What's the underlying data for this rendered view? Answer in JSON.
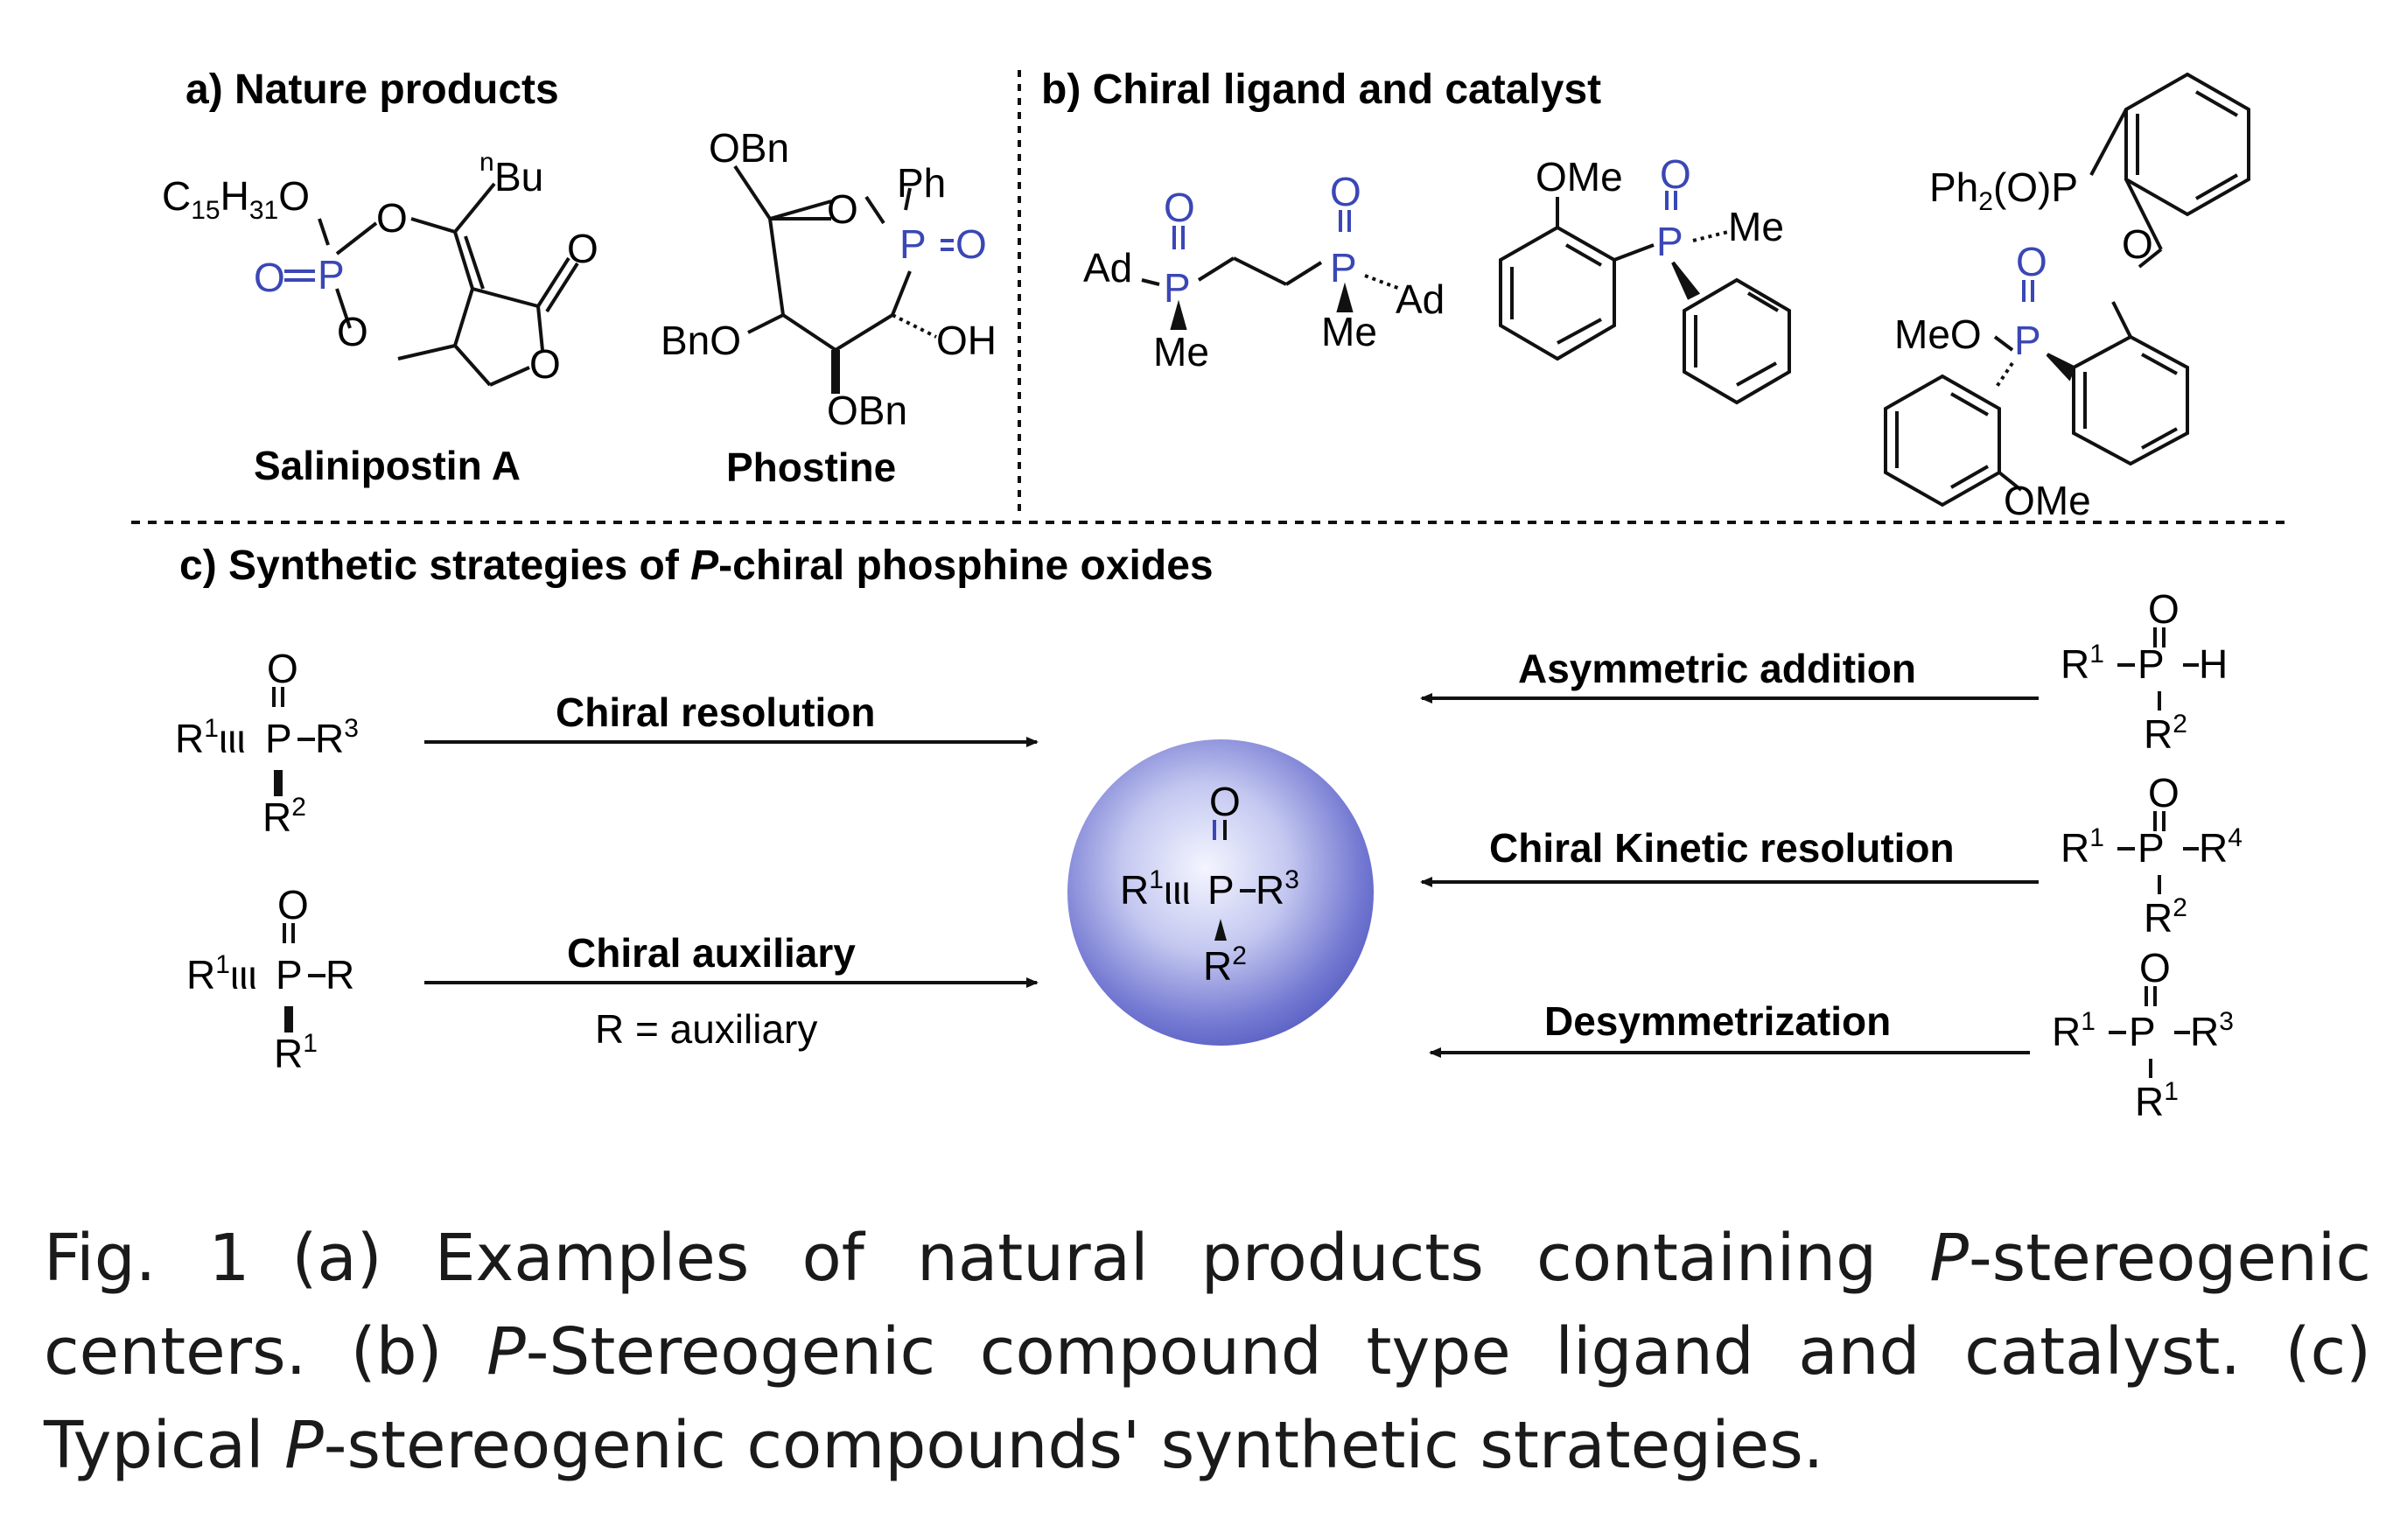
{
  "panels": {
    "a_title": "a) Nature products",
    "b_title": "b) Chiral ligand and catalyst",
    "c_title_pre": "c) Synthetic strategies of ",
    "c_title_italic": "P",
    "c_title_post": "-chiral phosphine oxides"
  },
  "compounds": {
    "salinipostin": "Salinipostin A",
    "phostine": "Phostine"
  },
  "atoms": {
    "O": "O",
    "P": "P",
    "H": "H",
    "Ph": "Ph",
    "Me": "Me",
    "OMe": "OMe",
    "Ad": "Ad",
    "Bu": "Bu",
    "n": "n",
    "OBn": "OBn",
    "BnO": "BnO",
    "OH": "OH",
    "C15H31O_C": "C",
    "C15H31O_15": "15",
    "C15H31O_H": "H",
    "C15H31O_31": "31",
    "C15H31O_O": "O",
    "MeO": "MeO",
    "Ph2OP_a": "Ph",
    "Ph2OP_2": "2",
    "Ph2OP_b": "(O)P",
    "R": "R",
    "R1": "1",
    "R2": "2",
    "R3": "3",
    "R4": "4"
  },
  "strategies": {
    "resolution": "Chiral resolution",
    "auxiliary": "Chiral auxiliary",
    "auxiliary_note": "R = auxiliary",
    "asym_addition": "Asymmetric addition",
    "kinetic": "Chiral Kinetic resolution",
    "desym": "Desymmetrization"
  },
  "caption": {
    "figno": "Fig. 1",
    "line1_a": "(a) Examples of natural products containing ",
    "line1_i": "P",
    "line1_b": "-stereogenic",
    "line2_a": "centers. (b) ",
    "line2_i": "P",
    "line2_b": "-Stereogenic compound type ligand and catalyst. (c)",
    "line3_a": "Typical ",
    "line3_i": "P",
    "line3_b": "-stereogenic compounds' synthetic strategies."
  },
  "colors": {
    "phosphorus": "#3a47b5",
    "sphere_center": "#f2f3ff",
    "sphere_edge": "#5a62c8"
  }
}
